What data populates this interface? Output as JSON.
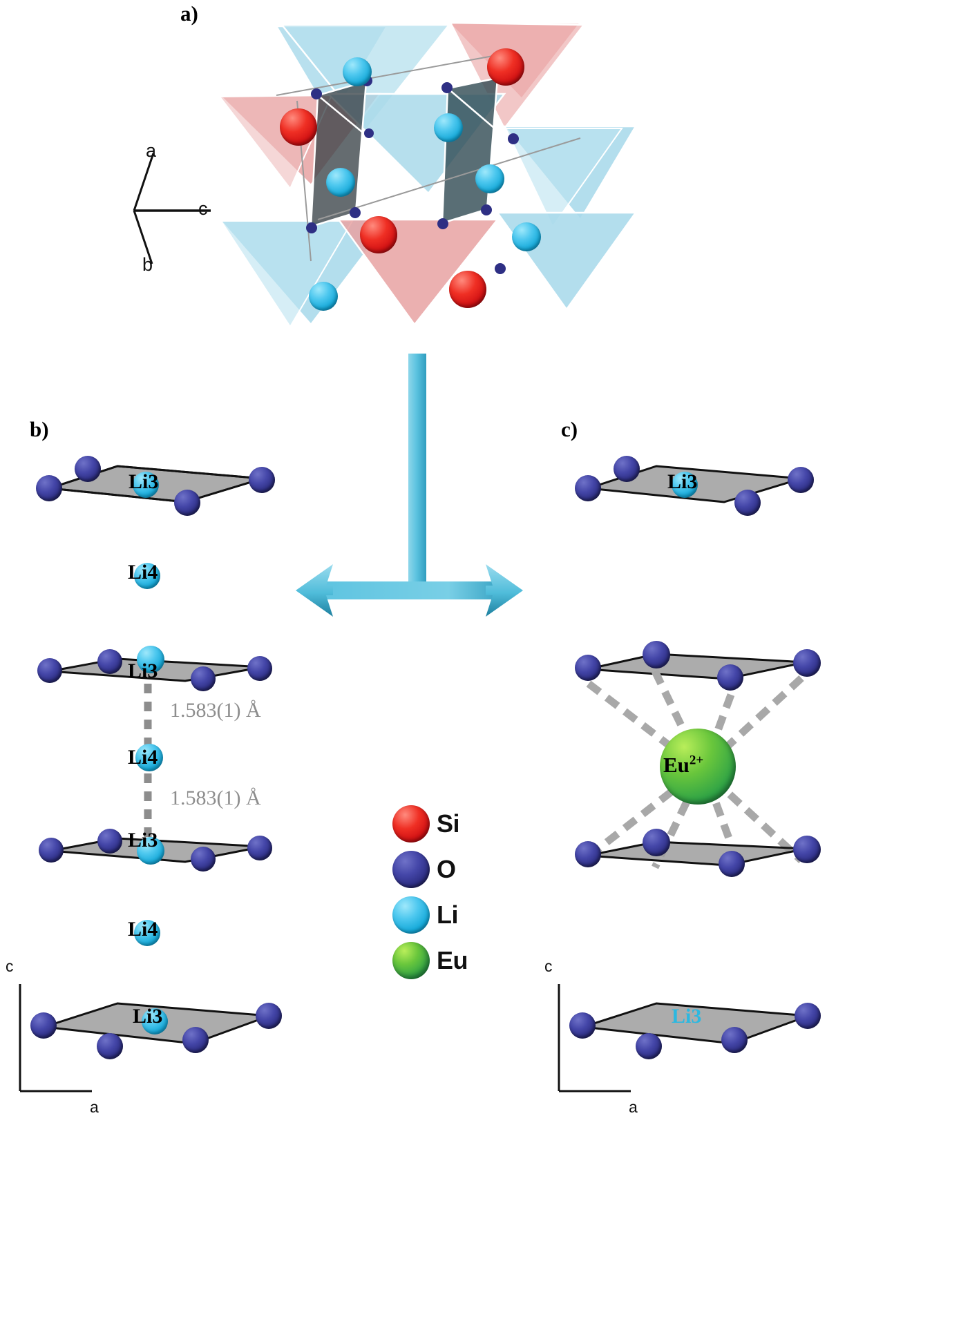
{
  "figure": {
    "panels": [
      {
        "id": "a",
        "label": "a)"
      },
      {
        "id": "b",
        "label": "b)"
      },
      {
        "id": "c",
        "label": "c)"
      }
    ]
  },
  "panel_a": {
    "axes": {
      "a": "a",
      "b": "b",
      "c": "c"
    },
    "atoms_shown": [
      "Si",
      "O",
      "Li"
    ]
  },
  "panel_b": {
    "layer_labels": [
      "Li3",
      "Li4",
      "Li3",
      "Li4",
      "Li3"
    ],
    "distances": [
      "1.583(1) Å",
      "1.583(1) Å"
    ],
    "axes": {
      "vertical": "c",
      "horizontal": "a"
    }
  },
  "panel_c": {
    "layer_labels": [
      "Li3",
      "Li3"
    ],
    "center_label": "Eu",
    "center_charge": "2+",
    "axes": {
      "vertical": "c",
      "horizontal": "a"
    }
  },
  "legend": {
    "items": [
      {
        "name": "Si",
        "color": "#e02018"
      },
      {
        "name": "O",
        "color": "#34348e"
      },
      {
        "name": "Li",
        "color": "#2cb8e0"
      },
      {
        "name": "Eu",
        "color": "#4fb93c"
      }
    ]
  },
  "colors": {
    "si_red": "#e02018",
    "o_blue": "#34348e",
    "li_cyan": "#2cb8e0",
    "eu_green": "#4fb93c",
    "tetra_red_face": "#e8a0a0",
    "tetra_blue_face": "#a5d6e8",
    "arrow_blue": "#5bc4e0",
    "dash_gray": "#9a9a9a",
    "polyhedron_gray": "#8c8c8c"
  }
}
